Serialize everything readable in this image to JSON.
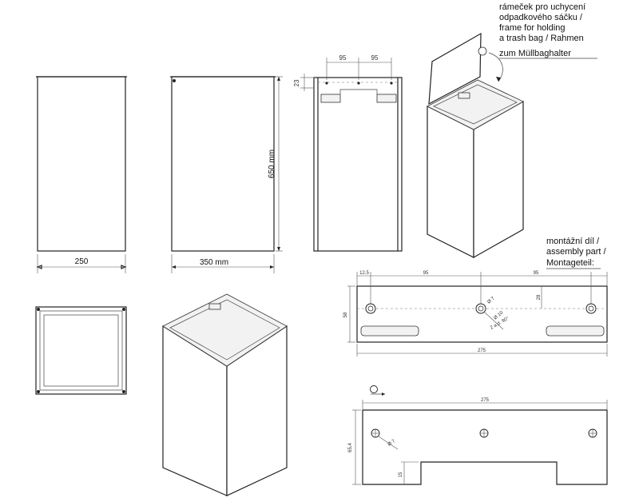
{
  "notes": {
    "frame": [
      "rámeček pro uchycení",
      "odpadkového sáčku /",
      "frame for holding",
      "a trash bag / Rahmen",
      "zum Müllbaghalter"
    ],
    "assembly": [
      "montážní díl /",
      "assembly part /",
      "Montageteil:"
    ]
  },
  "dimensions": {
    "front_width": "250",
    "side_width": "350 mm",
    "height": "650 mm",
    "top_hole_1": "95",
    "top_hole_2": "95",
    "top_depth": "23",
    "part_offset": "12.5",
    "part_hole_1": "95",
    "part_hole_2": "95",
    "part_height": "58",
    "part_center": "28",
    "part_length": "275",
    "hole_dia": "Ø 7",
    "hole_dia_2": "Ø 10",
    "hole_note": "2 a.d. 90°",
    "view2_length": "275",
    "view2_height": "65,4",
    "view2_small": "15",
    "view2_hole": "Ø 7"
  }
}
